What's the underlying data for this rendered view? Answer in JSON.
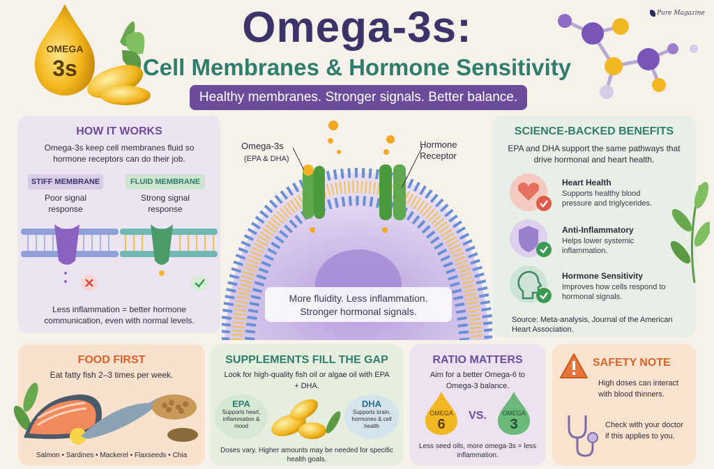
{
  "header": {
    "title": "Omega-3s:",
    "subtitle": "Cell Membranes & Hormone Sensitivity",
    "tagline": "Healthy membranes. Stronger signals. Better balance.",
    "brand": "Pure Magazine",
    "logo_line1": "OMEGA",
    "logo_line2": "3s"
  },
  "how_it_works": {
    "title": "HOW IT WORKS",
    "text": "Omega-3s keep cell membranes fluid so hormone receptors can do their job.",
    "stiff_label": "STIFF MEMBRANE",
    "stiff_text": "Poor signal response",
    "fluid_label": "FLUID MEMBRANE",
    "fluid_text": "Strong signal response",
    "bottom": "Less inflammation = better hormone communication, even with normal levels."
  },
  "center": {
    "omega_label": "Omega-3s",
    "omega_sub": "(EPA & DHA)",
    "receptor_label": "Hormone Receptor",
    "caption_line1": "More fluidity. Less inflammation.",
    "caption_line2": "Stronger hormonal signals."
  },
  "science": {
    "title": "SCIENCE-BACKED BENEFITS",
    "text": "EPA and DHA support the same pathways that drive hormonal and heart health.",
    "benefits": [
      {
        "title": "Heart Health",
        "text": "Supports healthy blood pressure and triglycerides."
      },
      {
        "title": "Anti-Inflammatory",
        "text": "Helps lower systemic inflammation."
      },
      {
        "title": "Hormone Sensitivity",
        "text": "Improves how cells respond to hormonal signals."
      }
    ],
    "source": "Source: Meta-analysis, Journal of the American Heart Association."
  },
  "food": {
    "title": "FOOD FIRST",
    "text": "Eat fatty fish 2–3 times per week.",
    "list": "Salmon • Sardines • Mackerel • Flaxseeds • Chia"
  },
  "supplements": {
    "title": "SUPPLEMENTS FILL THE GAP",
    "text": "Look for high-quality fish oil or algae oil with EPA + DHA.",
    "epa_title": "EPA",
    "epa_text": "Supports heart, inflammation & mood",
    "dha_title": "DHA",
    "dha_text": "Supports brain, hormones & cell health",
    "bottom": "Doses vary. Higher amounts may be needed for specific health goals."
  },
  "ratio": {
    "title": "RATIO MATTERS",
    "text": "Aim for a better Omega-6 to Omega-3 balance.",
    "left_label": "OMEGA",
    "left_num": "6",
    "vs": "VS.",
    "right_label": "OMEGA",
    "right_num": "3",
    "bottom": "Less seed oils, more omega-3s = less inflammation."
  },
  "safety": {
    "title": "SAFETY NOTE",
    "text1": "High doses can interact with blood thinners.",
    "text2": "Check with your doctor if this applies to you."
  },
  "colors": {
    "purple": "#6b4c9a",
    "navy": "#3c3468",
    "green": "#2f7d6b",
    "orange": "#d9622b",
    "gold": "#f2b824"
  }
}
